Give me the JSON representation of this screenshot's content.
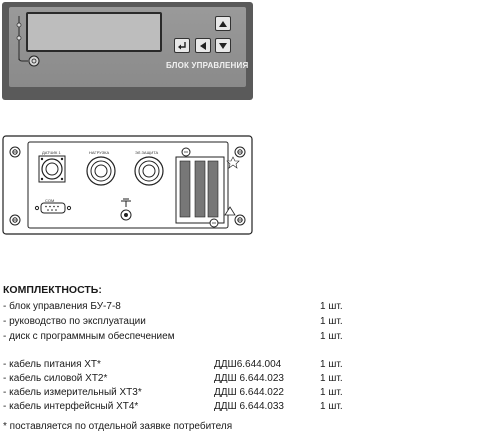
{
  "panel": {
    "brand_label": "БЛОК УПРАВЛЕНИЯ",
    "connectors": [
      "ДАТЧИК 1",
      "НАГРУЗКА",
      "ЭЛ.ЗАЩИТА"
    ],
    "com_label": "COM"
  },
  "kit": {
    "title": "КОМПЛЕКТНОСТЬ:",
    "items": [
      {
        "name": "- блок управления  БУ-7-8",
        "code": "",
        "qty": "1 шт."
      },
      {
        "name": "- руководство по эксплуатации",
        "code": "",
        "qty": "1 шт."
      },
      {
        "name": "- диск с программным обеспечением",
        "code": "",
        "qty": "1 шт."
      },
      {
        "name": "- кабель питания ХТ*",
        "code": "ДДШ6.644.004",
        "qty": "1 шт."
      },
      {
        "name": "- кабель силовой ХТ2*",
        "code": "ДДШ 6.644.023",
        "qty": "1 шт."
      },
      {
        "name": "- кабель измерительный ХТ3*",
        "code": "ДДШ 6.644.022",
        "qty": "1 шт."
      },
      {
        "name": "- кабель интерфейсный ХТ4*",
        "code": "ДДШ 6.644.033",
        "qty": "1 шт."
      }
    ],
    "footnote": "* поставляется по отдельной заявке потребителя"
  }
}
